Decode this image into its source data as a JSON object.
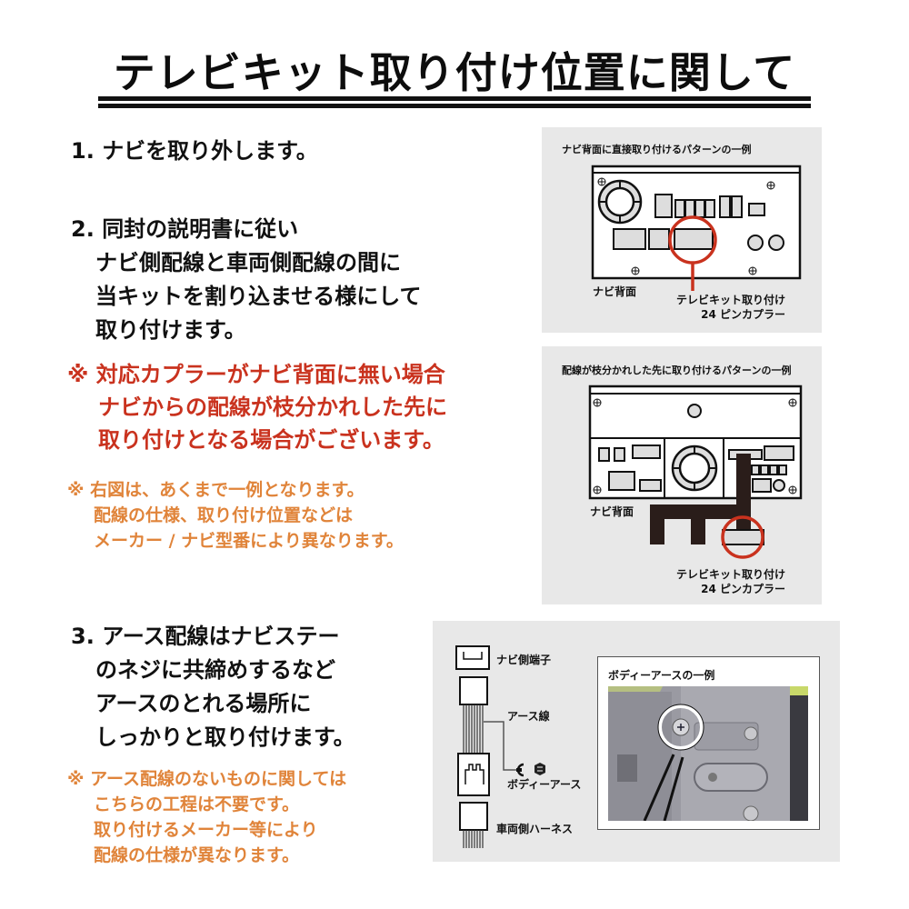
{
  "header": {
    "title": "テレビキット取り付け位置に関して"
  },
  "steps": [
    {
      "number": "1.",
      "lines": [
        "ナビを取り外します。"
      ]
    },
    {
      "number": "2.",
      "lines": [
        "同封の説明書に従い",
        "ナビ側配線と車両側配線の間に",
        "当キットを割り込ませる様にして",
        "取り付けます。"
      ]
    },
    {
      "number": "3.",
      "lines": [
        "アース配線はナビステー",
        "のネジに共締めするなど",
        "アースのとれる場所に",
        "しっかりと取り付けます。"
      ]
    }
  ],
  "warning_red": {
    "mark": "※",
    "lines": [
      "対応カプラーがナビ背面に無い場合",
      "ナビからの配線が枝分かれした先に",
      "取り付けとなる場合がございます。"
    ]
  },
  "note_1": {
    "mark": "※",
    "lines": [
      "右図は、あくまで一例となります。",
      "配線の仕様、取り付け位置などは",
      "メーカー / ナビ型番により異なります。"
    ]
  },
  "note_2": {
    "mark": "※",
    "lines": [
      "アース配線のないものに関しては",
      "こちらの工程は不要です。",
      "取り付けるメーカー等により",
      "配線の仕様が異なります。"
    ]
  },
  "diagram_direct": {
    "caption": "ナビ背面に直接取り付けるパターンの一例",
    "label_back": "ナビ背面",
    "label_kit_line1": "テレビキット取り付け",
    "label_kit_line2": "24 ピンカプラー"
  },
  "diagram_branch": {
    "caption": "配線が枝分かれした先に取り付けるパターンの一例",
    "label_back": "ナビ背面",
    "label_kit_line1": "テレビキット取り付け",
    "label_kit_line2": "24 ピンカプラー"
  },
  "diagram_earth": {
    "label_navi_terminal": "ナビ側端子",
    "label_earth_wire": "アース線",
    "label_body_earth": "ボディーアース",
    "label_vehicle_harness": "車両側ハーネス",
    "photo_caption": "ボディーアースの一例"
  },
  "colors": {
    "red": "#c9321e",
    "orange": "#e0843a",
    "panel_bg": "#e8e8e8",
    "text": "#111111"
  }
}
